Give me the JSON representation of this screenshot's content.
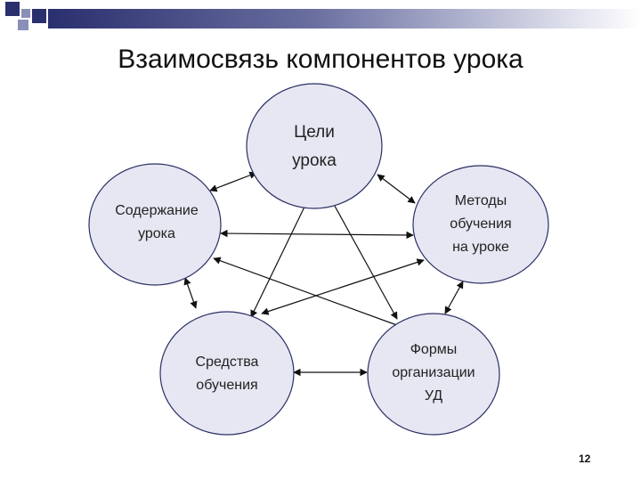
{
  "title": "Взаимосвязь компонентов урока",
  "page_number": "12",
  "colors": {
    "node_fill": "#e6e7f3",
    "node_stroke": "#2b2f63",
    "line": "#111111",
    "band_dark": "#2a2f6e"
  },
  "nodes": {
    "goals": {
      "lines": [
        "Цели",
        "урока"
      ]
    },
    "content": {
      "lines": [
        "Содержание",
        "урока"
      ]
    },
    "methods": {
      "lines": [
        "Методы",
        "обучения",
        "на уроке"
      ]
    },
    "means": {
      "lines": [
        "Средства",
        "обучения"
      ]
    },
    "forms": {
      "lines": [
        "Формы",
        "организации",
        "УД"
      ]
    }
  }
}
